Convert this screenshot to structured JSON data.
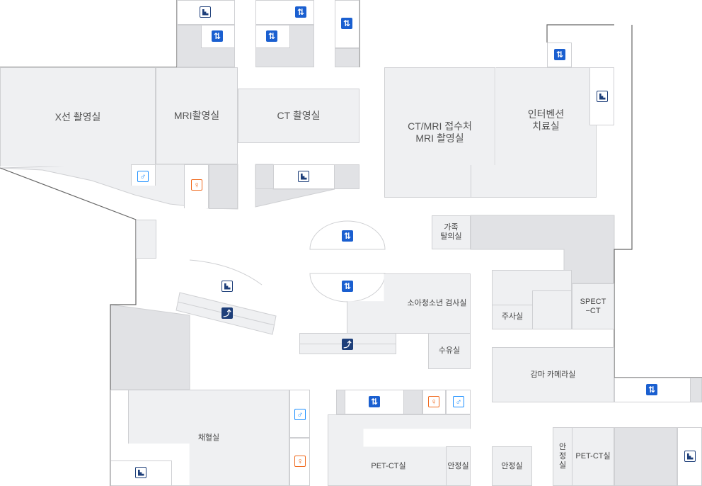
{
  "rooms": {
    "xray": "X선 촬영실",
    "mri": "MRI촬영실",
    "ct": "CT 촬영실",
    "ct_mri": "CT/MRI 접수처\nMRI 촬영실",
    "intervention": "인터벤션\n치료실",
    "family_changing": "가족\n탈의실",
    "pediatric": "소아청소년 검사실",
    "injection": "주사실",
    "spect_ct": "SPECT\n−CT",
    "nursing": "수유실",
    "gamma": "감마 카메라실",
    "blood": "채혈실",
    "pet_ct_1": "PET-CT실",
    "rest_1": "안정실",
    "rest_2": "안정실",
    "rest_3": "안\n정\n실",
    "pet_ct_2": "PET-CT실"
  },
  "icons": {
    "elevator": "⇅",
    "male": "♂",
    "female": "♀",
    "escalator": "⤴"
  },
  "colors": {
    "elevator": "#1a5fd0",
    "stairs": "#1e3f7a",
    "male": "#1e90ff",
    "female": "#f06a1e"
  }
}
